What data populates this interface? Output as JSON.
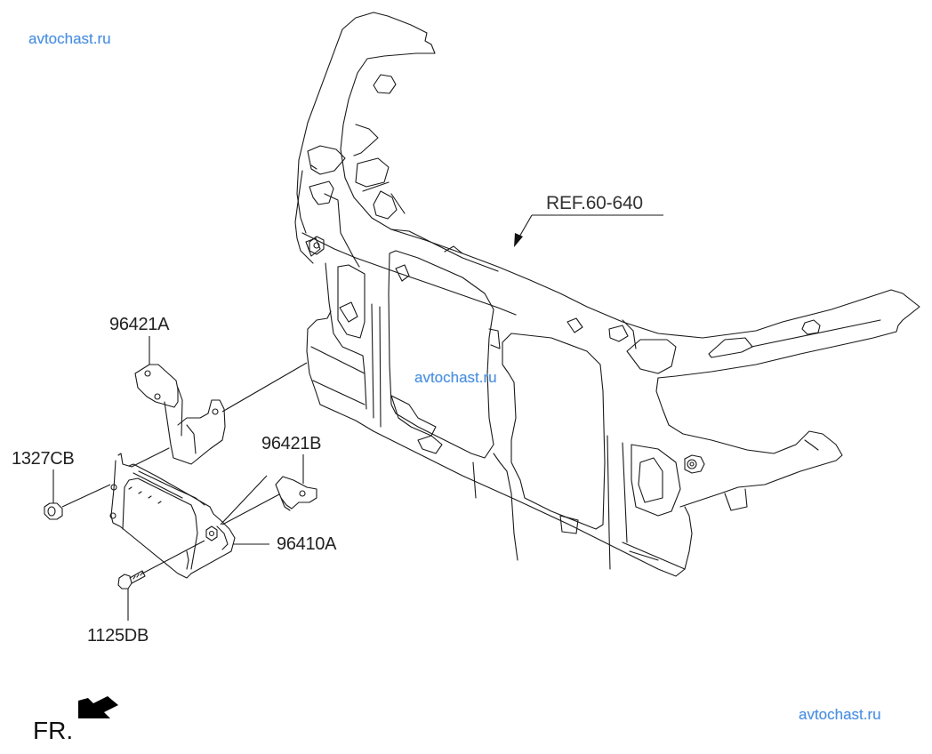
{
  "watermarks": {
    "top_left": "avtochast.ru",
    "center": "avtochast.ru",
    "bottom_right": "avtochast.ru",
    "color": "#4a8fe0"
  },
  "reference": {
    "label": "REF.60-640"
  },
  "callouts": {
    "bracket_upper": "96421A",
    "bracket_lower": "96421B",
    "nut": "1327CB",
    "radar_unit": "96410A",
    "bolt": "1125DB"
  },
  "orientation": {
    "label": "FR.",
    "icon": "front-direction-arrow-icon"
  }
}
